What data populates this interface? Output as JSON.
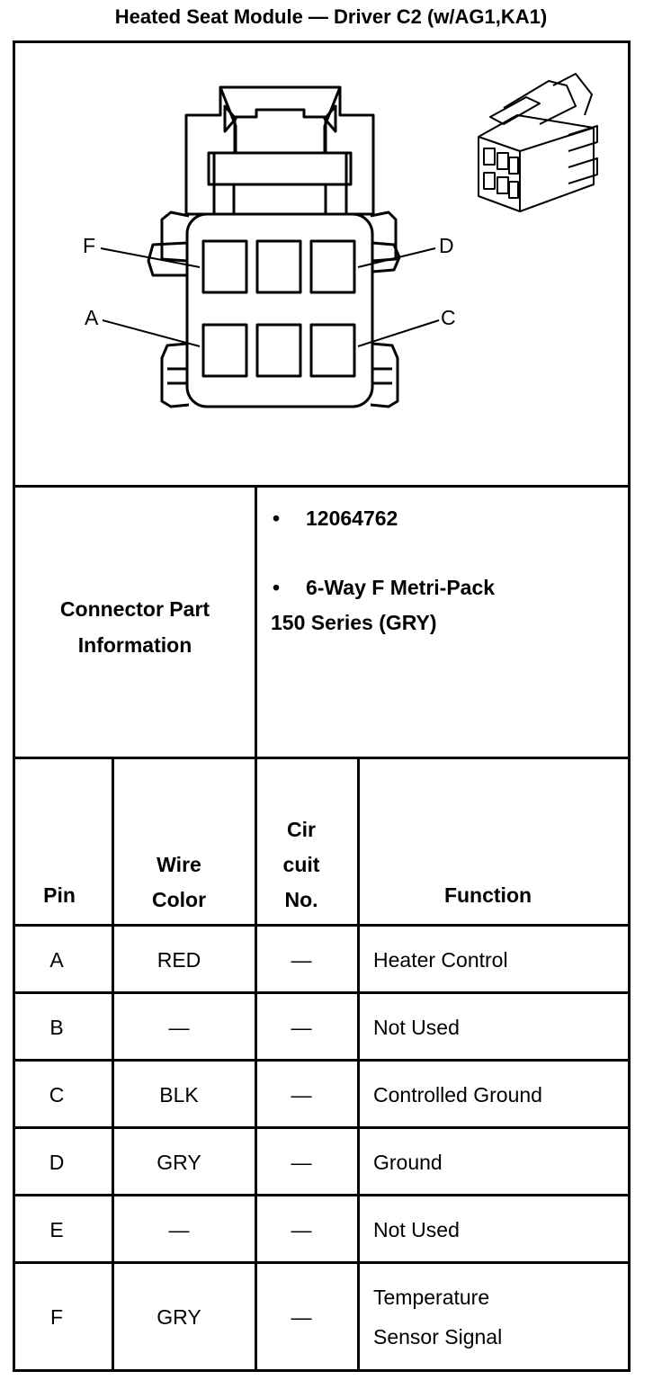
{
  "title": "Heated Seat Module — Driver C2 (w/AG1,KA1)",
  "diagram": {
    "pin_labels": {
      "F": "F",
      "D": "D",
      "A": "A",
      "C": "C"
    }
  },
  "connector_info": {
    "label_line1": "Connector Part",
    "label_line2": "Information",
    "bullet": "•",
    "part_number": "12064762",
    "description_line1": "6-Way F Metri-Pack",
    "description_line2": "150 Series (GRY)"
  },
  "table": {
    "headers": {
      "pin": "Pin",
      "wire_line1": "Wire",
      "wire_line2": "Color",
      "circuit_line1": "Cir",
      "circuit_line2": "cuit",
      "circuit_line3": "No.",
      "function": "Function"
    },
    "rows": [
      {
        "pin": "A",
        "wire": "RED",
        "circuit": "—",
        "function": "Heater Control",
        "function2": ""
      },
      {
        "pin": "B",
        "wire": "—",
        "circuit": "—",
        "function": "Not Used",
        "function2": ""
      },
      {
        "pin": "C",
        "wire": "BLK",
        "circuit": "—",
        "function": "Controlled Ground",
        "function2": ""
      },
      {
        "pin": "D",
        "wire": "GRY",
        "circuit": "—",
        "function": "Ground",
        "function2": ""
      },
      {
        "pin": "E",
        "wire": "—",
        "circuit": "—",
        "function": "Not Used",
        "function2": ""
      },
      {
        "pin": "F",
        "wire": "GRY",
        "circuit": "—",
        "function": "Temperature",
        "function2": "Sensor Signal"
      }
    ]
  }
}
